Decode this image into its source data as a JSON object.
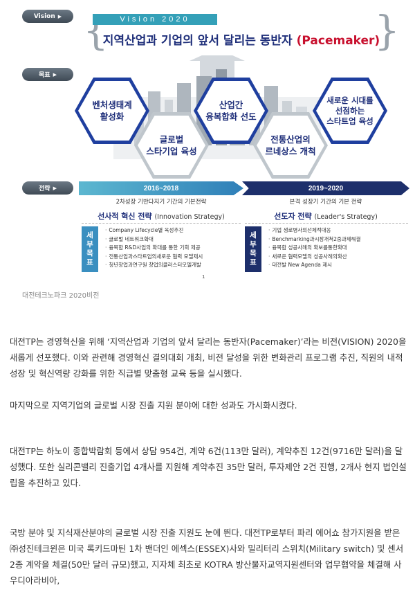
{
  "figure": {
    "tags": {
      "vision": "Vision",
      "goal": "목표",
      "strategy": "전략"
    },
    "vision_caption": "Vision 2020",
    "vision_title_main": "지역산업과 기업의 앞서 달리는 동반자",
    "vision_title_accent": "(Pacemaker)",
    "goals": [
      {
        "line1": "벤처생태계",
        "line2": "활성화"
      },
      {
        "line1": "글로벌",
        "line2": "스타기업 육성"
      },
      {
        "line1": "산업간",
        "line2": "융복합화 선도"
      },
      {
        "line1": "전통산업의",
        "line2": "르네상스 개척"
      },
      {
        "line1": "새로운 시대를",
        "line2": "선점하는",
        "line3": "스타트업 육성"
      }
    ],
    "period1": "2016~2018",
    "period2": "2019~2020",
    "period1_desc": "2차성장 기반다지기 기간의 기본전략",
    "period2_desc": "본격 성장기 기간의 기본 전략",
    "strategy1_title": "선사적 혁신 전략",
    "strategy1_en": "(Innovation Strategy)",
    "strategy2_title": "선도자 전략",
    "strategy2_en": "(Leader's Strategy)",
    "badge_text": "세부목표",
    "items1": [
      "Company Lifecycle별 육성추진",
      "글로벌 네트워크확대",
      "융복합 R&D사업의 확대를 통한 기회 제공",
      "전통산업과스타트업의새로운 협력 모델제시",
      "청년창업과연구원 창업의클러스터모델개발"
    ],
    "items2": [
      "기업 생로병사의선체적대응",
      "Benchmarking과시장개척2중과제해결",
      "융복합 성공사례의 확보를통한확대",
      "새로운 협력모델의 성공사례의확산",
      "대전발 New Agenda 제시"
    ],
    "page_mark": "1",
    "caption": "대전테크노파크 2020비전"
  },
  "article": {
    "p1": "대전TP는 경영혁신을 위해 ‘지역산업과 기업의 앞서 달리는 동반자(Pacemaker)’라는 비전(VISION) 2020을 새롭게 선포했다. 이와 관련해 경영혁신 결의대회 개최, 비전 달성을 위한 변화관리 프로그램 추진, 직원의 내적성장 및 혁신역량 강화를 위한 직급별 맞춤형 교육 등을 실시했다.",
    "p2": "마지막으로 지역기업의 글로벌 시장 진출 지원 분야에 대한 성과도 가시화시켰다.",
    "p3": "대전TP는 하노이 종합박람회 등에서 상담 954건, 계약 6건(113만 달러), 계약추진 12건(9716만 달러)을 달성했다. 또한 실리콘밸리 진출기업 4개사를 지원해 계약추진 35만 달러, 투자제안 2건 진행, 2개사 현지 법인설립을 추진하고 있다.",
    "p4": "국방 분야 및 지식재산분야의 글로벌 시장 진출 지원도 눈에 띈다. 대전TP로부터 파리 에어쇼 참가지원을 받은 ㈜성진테크윈은 미국 록키드마틴 1차 밴더인 에섹스(ESSEX)사와 밀리터리 스위치(Military switch) 및 센서 2종 계약을 체결(50만 달러 규모)했고, 지자체 최초로 KOTRA 방산물자교역지원센터와 업무협약을 체결해 사우디아라비아,"
  },
  "colors": {
    "navy": "#1f2f7a",
    "accent": "#c8102e",
    "teal": "#34a0b8",
    "dark_bar": "#1d2f6b"
  }
}
